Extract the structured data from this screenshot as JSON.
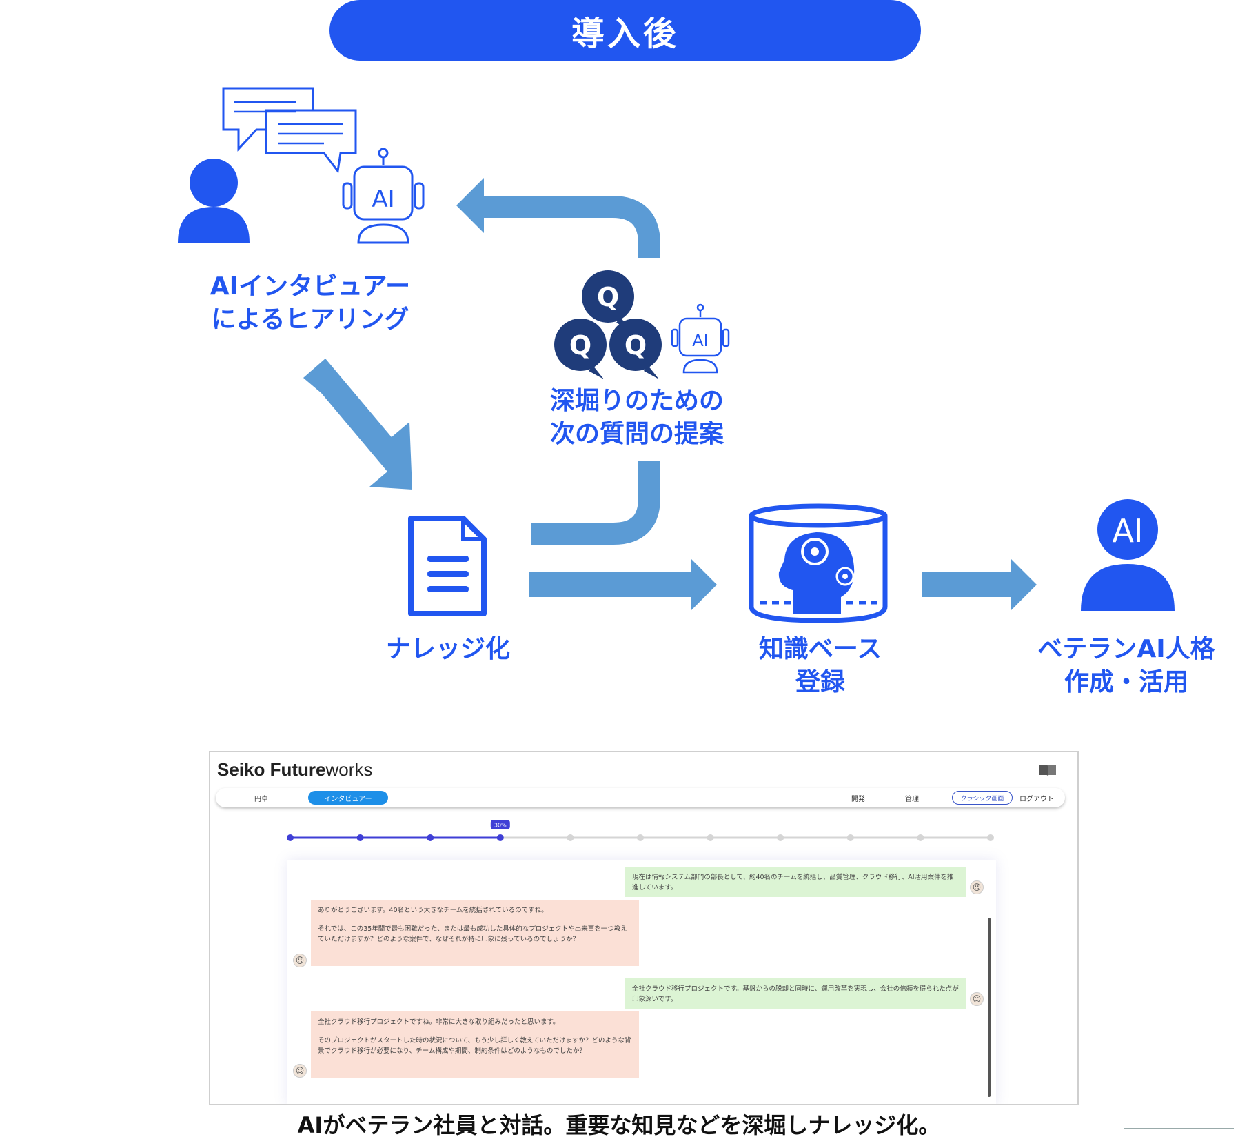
{
  "header": {
    "title": "導入後"
  },
  "nodes": {
    "interviewer": {
      "line1": "AIインタビュアー",
      "line2": "によるヒアリング",
      "robot_text": "AI"
    },
    "deep_dive": {
      "line1": "深堀りのための",
      "line2": "次の質問の提案",
      "q_letter": "Q",
      "robot_text": "AI"
    },
    "knowledge": {
      "line1": "ナレッジ化"
    },
    "kb": {
      "line1": "知識ベース",
      "line2": "登録"
    },
    "veteran": {
      "line1": "ベテランAI人格",
      "line2": "作成・活用",
      "badge_text": "AI"
    }
  },
  "colors": {
    "accent": "#2156f0",
    "arrow": "#5b9bd5",
    "navy": "#1f3c7a"
  },
  "screenshot": {
    "brand_bold": "Seiko Future",
    "brand_light": "works",
    "nav": {
      "left_item": "円卓",
      "active_tab": "インタビュアー",
      "right_items": [
        "開発",
        "管理"
      ],
      "classic_button": "クラシック画面",
      "logout": "ログアウト"
    },
    "progress": {
      "label": "30%",
      "steps": 11,
      "completed": 4
    },
    "messages": [
      {
        "role": "user",
        "paragraphs": [
          "現在は情報システム部門の部長として、約40名のチームを統括し、品質管理、クラウド移行、AI活用案件を推進しています。"
        ]
      },
      {
        "role": "ai",
        "paragraphs": [
          "ありがとうございます。40名という大きなチームを統括されているのですね。",
          "それでは、この35年間で最も困難だった、または最も成功した具体的なプロジェクトや出来事を一つ教えていただけますか？どのような案件で、なぜそれが特に印象に残っているのでしょうか？"
        ]
      },
      {
        "role": "user",
        "paragraphs": [
          "全社クラウド移行プロジェクトです。基盤からの脱却と同時に、運用改革を実現し、会社の信頼を得られた点が印象深いです。"
        ]
      },
      {
        "role": "ai",
        "paragraphs": [
          "全社クラウド移行プロジェクトですね。非常に大きな取り組みだったと思います。",
          "そのプロジェクトがスタートした時の状況について、もう少し詳しく教えていただけますか？どのような背景でクラウド移行が必要になり、チーム構成や期間、制約条件はどのようなものでしたか？"
        ]
      }
    ]
  },
  "caption": "AIがベテラン社員と対話。重要な知見などを深堀しナレッジ化。"
}
